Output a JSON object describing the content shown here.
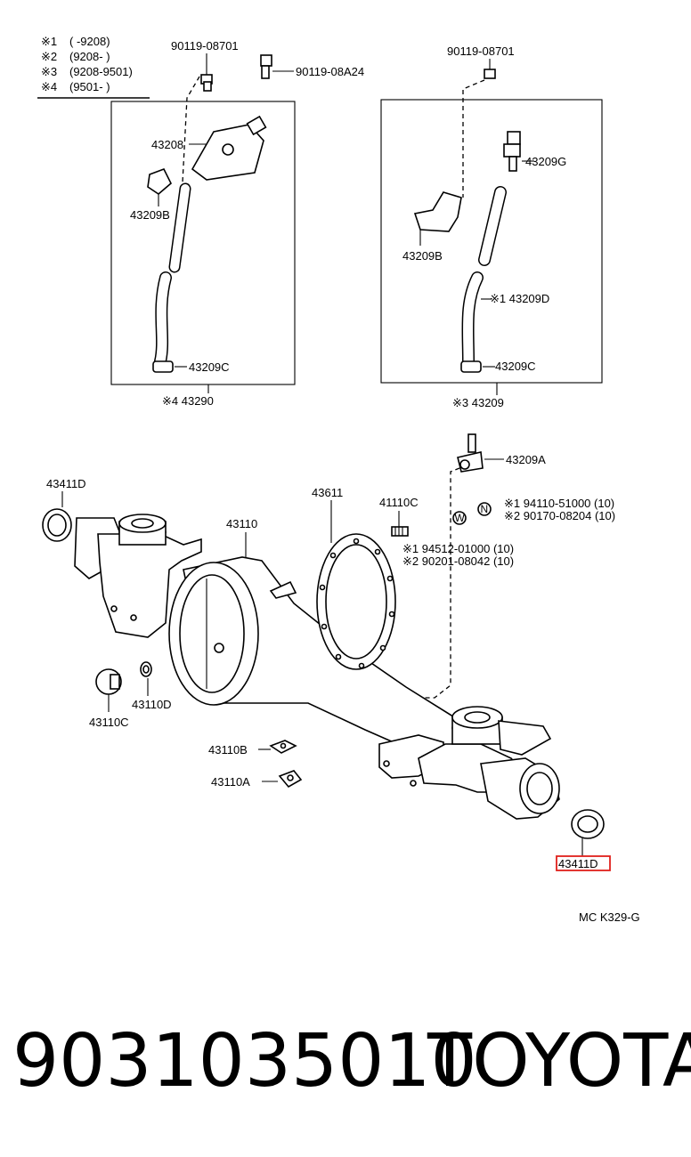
{
  "legend": [
    {
      "mark": "※1",
      "range": "(      -9208)"
    },
    {
      "mark": "※2",
      "range": "(9208-      )"
    },
    {
      "mark": "※3",
      "range": "(9208-9501)"
    },
    {
      "mark": "※4",
      "range": "(9501-      )"
    }
  ],
  "labels": {
    "bolt_left": "90119-08701",
    "bolt_left2": "90119-08A24",
    "bolt_right": "90119-08701",
    "bracket_left": "43208",
    "clamp_left": "43209B",
    "hose_clip_left": "43209C",
    "assy_left": "※4 43290",
    "union_right": "43209G",
    "clamp_right": "43209B",
    "hose_right": "※1 43209D",
    "hose_clip_right": "43209C",
    "assy_right": "※3 43209",
    "breather": "43209A",
    "seal_left": "43411D",
    "gasket": "43611",
    "housing": "43110",
    "stud": "41110C",
    "nut_n_1": "※1 94110-51000 (10)",
    "nut_n_2": "※2 90170-08204 (10)",
    "washer_w_1": "※1 94512-01000 (10)",
    "washer_w_2": "※2 90201-08042 (10)",
    "plug": "43110C",
    "gasket_plug": "43110D",
    "plate_b": "43110B",
    "plate_a": "43110A",
    "seal_right": "43411D",
    "symbol_n": "N",
    "symbol_w": "W",
    "code": "MC  K329-G"
  },
  "highlight_color": "#e0201b",
  "footer": {
    "part_number": "9031035010",
    "brand": "TOYOTA"
  }
}
